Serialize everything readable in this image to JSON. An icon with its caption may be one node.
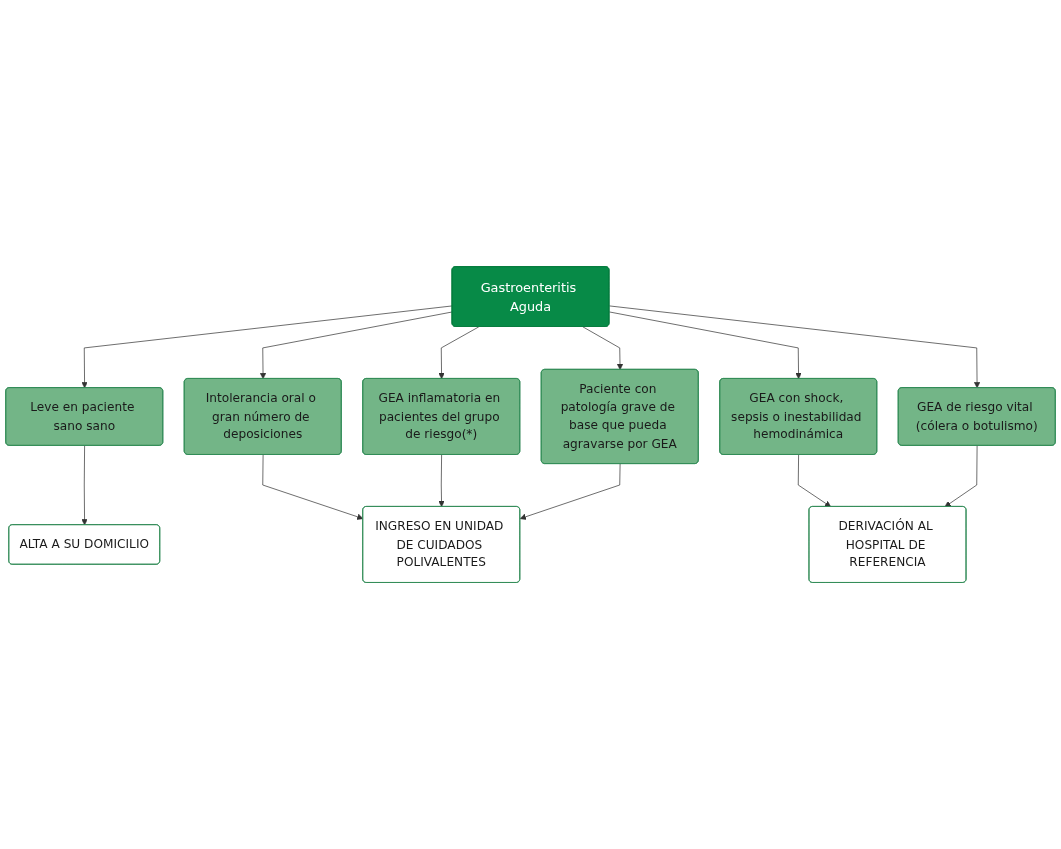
{
  "diagram": {
    "nodes": [
      {
        "text": [
          "Gastroenteritis Aguda"
        ]
      },
      {
        "text": [
          "Leve en paciente sano sano"
        ]
      },
      {
        "text": [
          "Intolerancia oral o gran número de deposiciones"
        ]
      },
      {
        "text": [
          "GEA inflamatoria en pacientes del grupo de riesgo(*)"
        ]
      },
      {
        "text": [
          "Paciente con patología grave de base que pueda agravarse por GEA"
        ]
      },
      {
        "text": [
          "GEA con shock, sepsis o inestabilidad hemodinámica"
        ]
      },
      {
        "text": [
          "GEA de riesgo vital (cólera o botulismo)"
        ]
      },
      {
        "text": [
          "ALTA A SU DOMICILIO"
        ]
      },
      {
        "text": [
          "INGRESO EN UNIDAD DE CUIDADOS POLIVALENTES"
        ]
      },
      {
        "text": [
          "DERIVACIÓN AL HOSPITAL DE REFERENCIA"
        ]
      }
    ],
    "edges": [
      {
        "from": 0,
        "to": 1,
        "arrow": "to"
      },
      {
        "from": 0,
        "to": 2,
        "arrow": "to"
      },
      {
        "from": 0,
        "to": 3,
        "arrow": "to"
      },
      {
        "from": 0,
        "to": 4,
        "arrow": "to"
      },
      {
        "from": 0,
        "to": 5,
        "arrow": "to"
      },
      {
        "from": 0,
        "to": 6,
        "arrow": "to"
      },
      {
        "from": 1,
        "to": 7,
        "arrow": "to"
      },
      {
        "from": 2,
        "to": 8,
        "arrow": "to"
      },
      {
        "from": 3,
        "to": 8,
        "arrow": "to"
      },
      {
        "from": 4,
        "to": 8,
        "arrow": "to"
      },
      {
        "from": 5,
        "to": 9,
        "arrow": "to"
      },
      {
        "from": 6,
        "to": 9,
        "arrow": "to"
      }
    ]
  }
}
